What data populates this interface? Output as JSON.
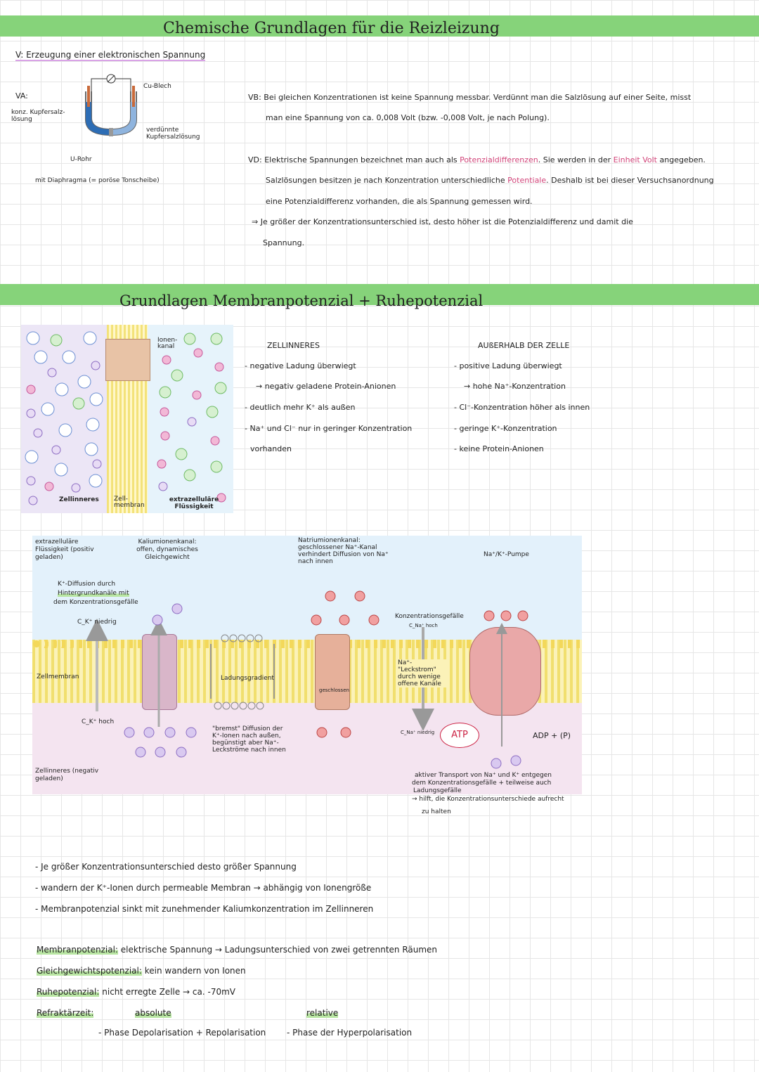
{
  "section1": {
    "title": "Chemische Grundlagen für die Reizleizung",
    "experiment_heading": "V: Erzeugung einer elektronischen Spannung",
    "va_label": "VA:",
    "apparatus_labels": {
      "cu_blech": "Cu-Blech",
      "konz": "konz. Kupfersalz-lösung",
      "verd": "verdünnte Kupfersalzlösung",
      "urohr": "U-Rohr",
      "diaphragma": "mit Diaphragma (= poröse Tonscheibe)"
    },
    "vb": "VB: Bei gleichen Konzentrationen ist keine Spannung messbar. Verdünnt man die Salzlösung auf einer Seite, misst",
    "vb2": "man eine Spannung von ca. 0,008 Volt (bzw. -0,008 Volt, je nach Polung).",
    "vd1_a": "VD: Elektrische Spannungen bezeichnet man auch als",
    "vd1_term": "Potenzialdifferenzen",
    "vd1_b": ". Sie werden in der",
    "vd1_unit": "Einheit Volt",
    "vd1_c": "angegeben.",
    "vd2_a": "Salzlösungen besitzen je nach Konzentration unterschiedliche",
    "vd2_term": "Potentiale",
    "vd2_b": ". Deshalb ist bei dieser Versuchsanordnung",
    "vd3": "eine Potenzialdifferenz vorhanden, die als Spannung gemessen wird.",
    "vd4": "⇒ Je größer der Konzentrationsunterschied ist, desto höher ist die Potenzialdifferenz und damit die",
    "vd5": "Spannung."
  },
  "section2": {
    "title": "Grundlagen Membranpotenzial + Ruhepotenzial",
    "fig1_labels": {
      "zellinneres": "Zellinneres",
      "zellmembran": "Zell-membran",
      "extra": "extrazelluläre Flüssigkeit",
      "ionenkanal": "Ionen-kanal"
    },
    "inside_header": "ZELLINNERES",
    "inside_items": [
      "- negative Ladung überwiegt",
      "→ negativ geladene Protein-Anionen",
      "- deutlich mehr K⁺ als außen",
      "- Na⁺ und Cl⁻ nur in geringer Konzentration",
      "vorhanden"
    ],
    "outside_header": "AUßERHALB DER ZELLE",
    "outside_items": [
      "- positive Ladung überwiegt",
      "→ hohe Na⁺-Konzentration",
      "- Cl⁻-Konzentration höher als innen",
      "- geringe K⁺-Konzentration",
      "- keine Protein-Anionen"
    ]
  },
  "fig2": {
    "extra": "extrazelluläre Flüssigkeit (positiv geladen)",
    "k_diff": "K⁺-Diffusion durch",
    "k_diff2": "Hintergrundkanäle mit",
    "k_diff3": "dem Konzentrationsgefälle",
    "c_niedrig": "C_K⁺ niedrig",
    "c_hoch": "C_K⁺ hoch",
    "zellmembran": "Zellmembran",
    "zellinneres": "Zellinneres (negativ geladen)",
    "kkanal": "Kaliumionenkanal: offen, dynamisches Gleichgewicht",
    "ladung": "Ladungsgradient",
    "bremst": "\"bremst\" Diffusion der K⁺-Ionen nach außen, begünstigt aber Na⁺-Leckströme nach innen",
    "nakanal": "Natriumionenkanal: geschlossener Na⁺-Kanal verhindert Diffusion von Na⁺ nach innen",
    "geschlossen": "geschlossen",
    "konzgef": "Konzentrationsgefälle",
    "c_na_hoch": "C_Na⁺ hoch",
    "c_na_niedrig": "C_Na⁺ niedrig",
    "leck": "Na⁺-\"Leckstrom\" durch wenige offene Kanäle",
    "pumpe": "Na⁺/K⁺-Pumpe",
    "atp": "ATP",
    "adp": "ADP + (P)",
    "aktiv1": "aktiver Transport von Na⁺ und K⁺ entgegen",
    "aktiv2": "dem Konzentrationsgefälle + teilweise auch",
    "aktiv3": "Ladungsgefälle",
    "aktiv4": "→ hilft, die Konzentrationsunterschiede aufrecht",
    "aktiv5": "zu halten"
  },
  "notes": [
    "- Je größer Konzentrationsunterschied desto größer Spannung",
    "- wandern der K⁺-Ionen durch permeable Membran → abhängig von Ionengröße",
    "- Membranpotenzial sinkt mit zunehmender Kaliumkonzentration im Zellinneren"
  ],
  "definitions": {
    "mp_term": "Membranpotenzial:",
    "mp_text": "elektrische Spannung → Ladungsunterschied von zwei getrennten Räumen",
    "gp_term": "Gleichgewichtspotenzial:",
    "gp_text": "kein wandern von Ionen",
    "rp_term": "Ruhepotenzial:",
    "rp_text": "nicht erregte Zelle → ca. -70mV",
    "rf_term": "Refraktärzeit:",
    "absolute": "absolute",
    "relative": "relative",
    "abs_text": "- Phase Depolarisation + Repolarisation",
    "rel_text": "- Phase der Hyperpolarisation"
  }
}
